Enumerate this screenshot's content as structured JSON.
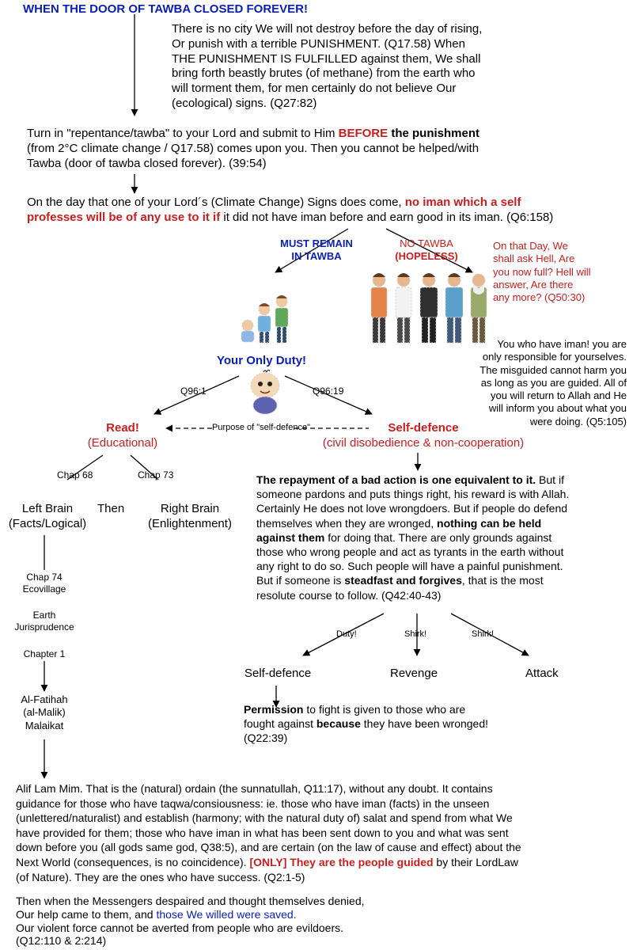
{
  "header": "WHEN THE DOOR OF TAWBA CLOSED FOREVER!",
  "q17_58": {
    "l1": "There is no city We will not destroy before the day of rising,",
    "l2": "Or punish with a terrible PUNISHMENT. (Q17.58) When",
    "l3": "THE PUNISHMENT IS FULFILLED against them, We shall",
    "l4": "bring forth beastly brutes (of methane) from the earth who",
    "l5": "will torment them, for men certainly do not believe Our",
    "l6": "(ecological) signs. (Q27:82)"
  },
  "q39_54": {
    "a": "Turn in \"repentance/tawba\" to your Lord and submit to Him ",
    "before": "BEFORE",
    "bold": " the punishment",
    "l2": "(from 2°C climate change / Q17.58) comes upon you. Then you cannot be helped/with",
    "l3": "Tawba (door of tawba closed forever). (39:54)"
  },
  "q6_158": {
    "a": "On the day that one of your Lord´s (Climate Change) Signs does come, ",
    "red1": "no iman which a self",
    "red2": "professes will be of any use to it if",
    "b": " it did not have iman before and earn good in its iman. (Q6:158)"
  },
  "must_remain": {
    "l1": "MUST REMAIN",
    "l2": "IN TAWBA"
  },
  "no_tawba": {
    "l1": "NO TAWBA",
    "l2": "(HOPELESS)"
  },
  "q50_30": {
    "l1": "On that Day, We",
    "l2": "shall ask Hell, Are",
    "l3": "you now full? Hell will",
    "l4": "answer, Are there",
    "l5": "any more? (Q50:30)"
  },
  "q5_105": {
    "l1": "You who have iman! you are",
    "l2": "only responsible for yourselves.",
    "l3": "The misguided cannot harm you",
    "l4": "as long as you are guided. All of",
    "l5": "you will return to Allah and He",
    "l6": "will inform you about what you",
    "l7": "were doing. (Q5:105)"
  },
  "only_duty": "Your Only Duty!",
  "q96_1": "Q96:1",
  "q96_19": "Q96:19",
  "read": {
    "title": "Read!",
    "sub": "(Educational)"
  },
  "purpose": "Purpose of \"self-defence\"",
  "self_defence_top": {
    "title": "Self-defence",
    "sub": "(civil disobedience & non-cooperation)"
  },
  "chap68": "Chap 68",
  "chap73": "Chap 73",
  "left_brain": {
    "l1": "Left Brain",
    "l2": "(Facts/Logical)"
  },
  "then": "Then",
  "right_brain": {
    "l1": "Right Brain",
    "l2": "(Enlightenment)"
  },
  "chap74": {
    "l1": "Chap 74",
    "l2": "Ecovillage"
  },
  "earth": {
    "l1": "Earth",
    "l2": "Jurisprudence"
  },
  "chapter1": "Chapter 1",
  "fatihah": {
    "l1": "Al-Fatihah",
    "l2": "(al-Malik)",
    "l3": "Malaikat"
  },
  "q42": {
    "b1": "The repayment of a bad action is one equivalent to it.",
    "t1": " But if",
    "l2": "someone pardons and puts things right, his reward is with Allah.",
    "l3": "Certainly He does not love wrongdoers. But if people do defend",
    "l4a": "themselves when they are wronged, ",
    "l4b": "nothing can be held",
    "l5b": "against them",
    "l5a": " for doing that. There are only grounds against",
    "l6": "those who wrong people and act as tyrants in the earth without",
    "l7": "any right to do so. Such people will have a painful punishment.",
    "l8a": "But if someone is ",
    "l8b": "steadfast and forgives",
    "l8c": ", that is the most",
    "l9": "resolute course to follow. (Q42:40-43)"
  },
  "duty": "Duty!",
  "shirk1": "Shirk!",
  "shirk2": "Shirk!",
  "sd_bottom": "Self-defence",
  "revenge": "Revenge",
  "attack": "Attack",
  "q22_39": {
    "b1": "Permission",
    "t1": " to fight is given to those who are",
    "l2a": "fought against ",
    "l2b": "because",
    "l2c": " they have been wronged!",
    "l3": "(Q22:39)"
  },
  "q2_1_5": {
    "l1": "Alif Lam Mim. That is the (natural) ordain (the sunnatullah, Q11:17), without any doubt. It contains",
    "l2": "guidance for those who have taqwa/consiousness: ie. those who have iman (facts) in the unseen",
    "l3": "(unlettered/naturalist) and establish (harmony; with the natural duty of) salat and spend from what We",
    "l4": "have provided for them; those who have iman in what has been sent down to you and what was sent",
    "l5": "down before you (all gods same god, Q38:5), and are certain (on the law of cause and effect) about the",
    "l6a": "Next World (consequences, is no coincidence). ",
    "l6b": "[ONLY] They are the people guided",
    "l6c": " by their LordLaw",
    "l7": "(of Nature). They are the ones who have success. (Q2:1-5)"
  },
  "q12_110": {
    "l1": "Then when the Messengers despaired and thought themselves denied,",
    "l2a": "Our help came to them, and ",
    "l2b": "those We willed were saved.",
    "l3": "Our violent force cannot be averted from people who are evildoers.",
    "l4": "(Q12:110 & 2:214)"
  },
  "colors": {
    "blue": "#0a1fb5",
    "red": "#c81e1e"
  }
}
